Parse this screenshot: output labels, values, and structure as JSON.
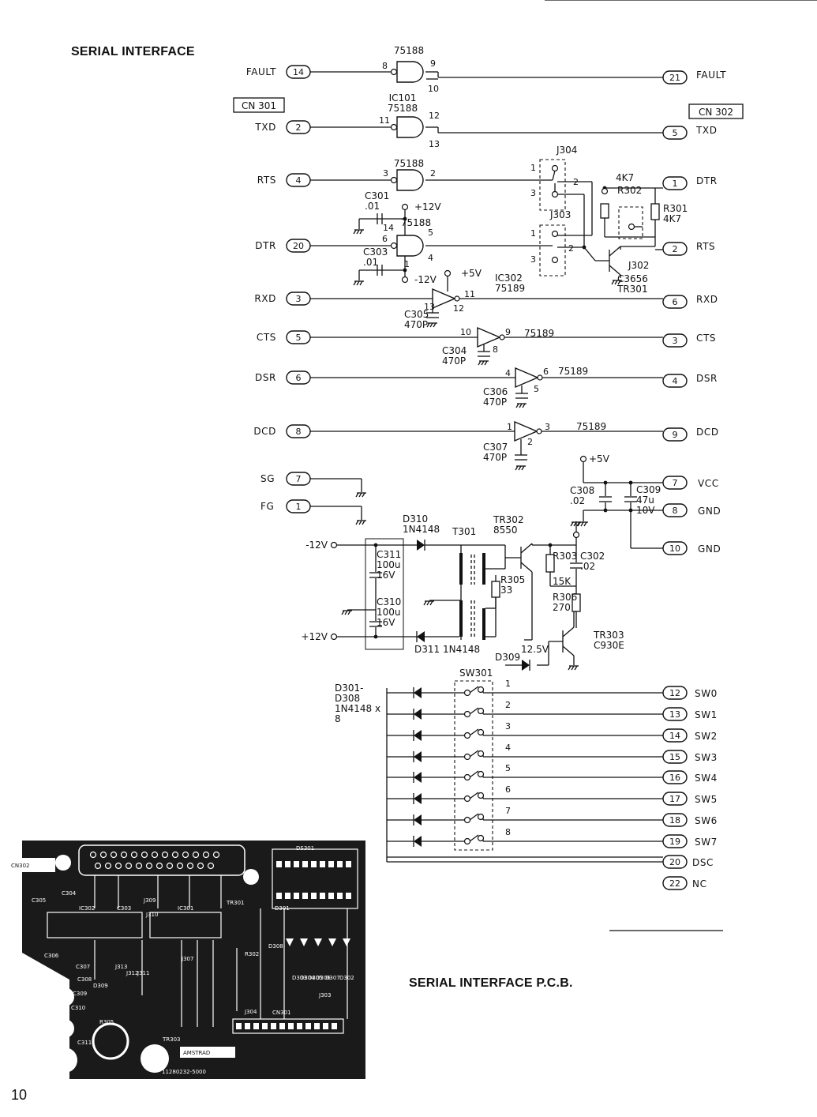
{
  "page": {
    "title": "SERIAL INTERFACE",
    "pcb_title": "SERIAL INTERFACE P.C.B.",
    "page_number": "10"
  },
  "connectors": {
    "left": "CN 301",
    "right": "CN 302"
  },
  "signals": [
    {
      "left_label": "FAULT",
      "left_pin": "14",
      "right_pin": "21",
      "right_label": "FAULT",
      "chip": "75188",
      "pins": [
        "8",
        "9",
        "10"
      ]
    },
    {
      "left_label": "TXD",
      "left_pin": "2",
      "right_pin": "5",
      "right_label": "TXD",
      "chip": "IC101\n75188",
      "pins": [
        "11",
        "12",
        "13"
      ]
    },
    {
      "left_label": "RTS",
      "left_pin": "4",
      "right_pin": "1",
      "right_label": "DTR",
      "chip": "75188",
      "pins": [
        "3",
        "2"
      ]
    },
    {
      "left_label": "DTR",
      "left_pin": "20",
      "right_pin": "2",
      "right_label": "RTS",
      "chip": "75188",
      "pins": [
        "6",
        "5",
        "4",
        "14",
        "1"
      ]
    },
    {
      "left_label": "RXD",
      "left_pin": "3",
      "right_pin": "6",
      "right_label": "RXD",
      "chip": "75189",
      "pins": [
        "13",
        "12",
        "11"
      ]
    },
    {
      "left_label": "CTS",
      "left_pin": "5",
      "right_pin": "3",
      "right_label": "CTS",
      "chip": "75189",
      "pins": [
        "10",
        "9",
        "8"
      ]
    },
    {
      "left_label": "DSR",
      "left_pin": "6",
      "right_pin": "4",
      "right_label": "DSR",
      "chip": "75189",
      "pins": [
        "4",
        "5",
        "6"
      ]
    },
    {
      "left_label": "DCD",
      "left_pin": "8",
      "right_pin": "9",
      "right_label": "DCD",
      "chip": "75189",
      "pins": [
        "1",
        "2",
        "3"
      ]
    }
  ],
  "ground_pins": [
    {
      "label": "SG",
      "pin": "7"
    },
    {
      "label": "FG",
      "pin": "1"
    }
  ],
  "power_pins": [
    {
      "pin": "7",
      "label": "VCC"
    },
    {
      "pin": "8",
      "label": "GND"
    },
    {
      "pin": "10",
      "label": "GND"
    }
  ],
  "components": {
    "c301": "C301\n.01",
    "c303": "C303\n.01",
    "c305": "C305\n470P",
    "c304": "C304\n470P",
    "c306": "C306\n470P",
    "c307": "C307\n470P",
    "c308": "C308\n.02",
    "c309": "C309\n47u\n10V",
    "c311": "C311\n100u\n16V",
    "c310": "C310\n100u\n16V",
    "c302": "C302\n.02",
    "ic302": "IC302\n75189",
    "j304": "J304",
    "j303": "J303",
    "j302": "J302",
    "r302": "4K7\nR302",
    "r301": "R301\n4K7",
    "tr301": "C3656\nTR301",
    "d310": "D310\n1N4148",
    "t301": "T301",
    "tr302": "TR302\n8550",
    "r303": "R303",
    "r305": "R305\n33",
    "r304": "15K",
    "r306": "R306\n270",
    "d311": "D311 1N4148",
    "d309": "D309",
    "v125": "12.5V",
    "tr303": "TR303\nC930E",
    "sw301": "SW301",
    "diodes": "D301-\nD308\n1N4148 x\n8",
    "plus5": "+5V",
    "plus12": "+12V",
    "minus12": "-12V",
    "in_minus12": "-12V",
    "in_plus12": "+12V",
    "plus5b": "+5V"
  },
  "switches": [
    {
      "num": "1",
      "pin": "12",
      "label": "SW0"
    },
    {
      "num": "2",
      "pin": "13",
      "label": "SW1"
    },
    {
      "num": "3",
      "pin": "14",
      "label": "SW2"
    },
    {
      "num": "4",
      "pin": "15",
      "label": "SW3"
    },
    {
      "num": "5",
      "pin": "16",
      "label": "SW4"
    },
    {
      "num": "6",
      "pin": "17",
      "label": "SW5"
    },
    {
      "num": "7",
      "pin": "18",
      "label": "SW6"
    },
    {
      "num": "8",
      "pin": "19",
      "label": "SW7"
    }
  ],
  "extra_pins": [
    {
      "pin": "20",
      "label": "DSC"
    },
    {
      "pin": "22",
      "label": "NC"
    }
  ],
  "pcb": {
    "connector_label": "CN302",
    "ds_label": "DS301",
    "brand": "AMSTRAD",
    "part_number": "11280232-5000",
    "silkscreen": [
      "C305",
      "C304",
      "IC302",
      "J309",
      "C303",
      "J310",
      "IC301",
      "TR301",
      "D301",
      "C306",
      "C307",
      "C308",
      "D309",
      "C309",
      "C310",
      "C311",
      "J313",
      "J312",
      "J311",
      "R305",
      "TR303",
      "J307",
      "J304",
      "CN301",
      "D303",
      "D304",
      "D305",
      "D306",
      "D307",
      "D302",
      "J303",
      "R302",
      "D308"
    ]
  },
  "colors": {
    "ink": "#111111",
    "paper": "#ffffff",
    "pcb_trace": "#ffffff"
  }
}
